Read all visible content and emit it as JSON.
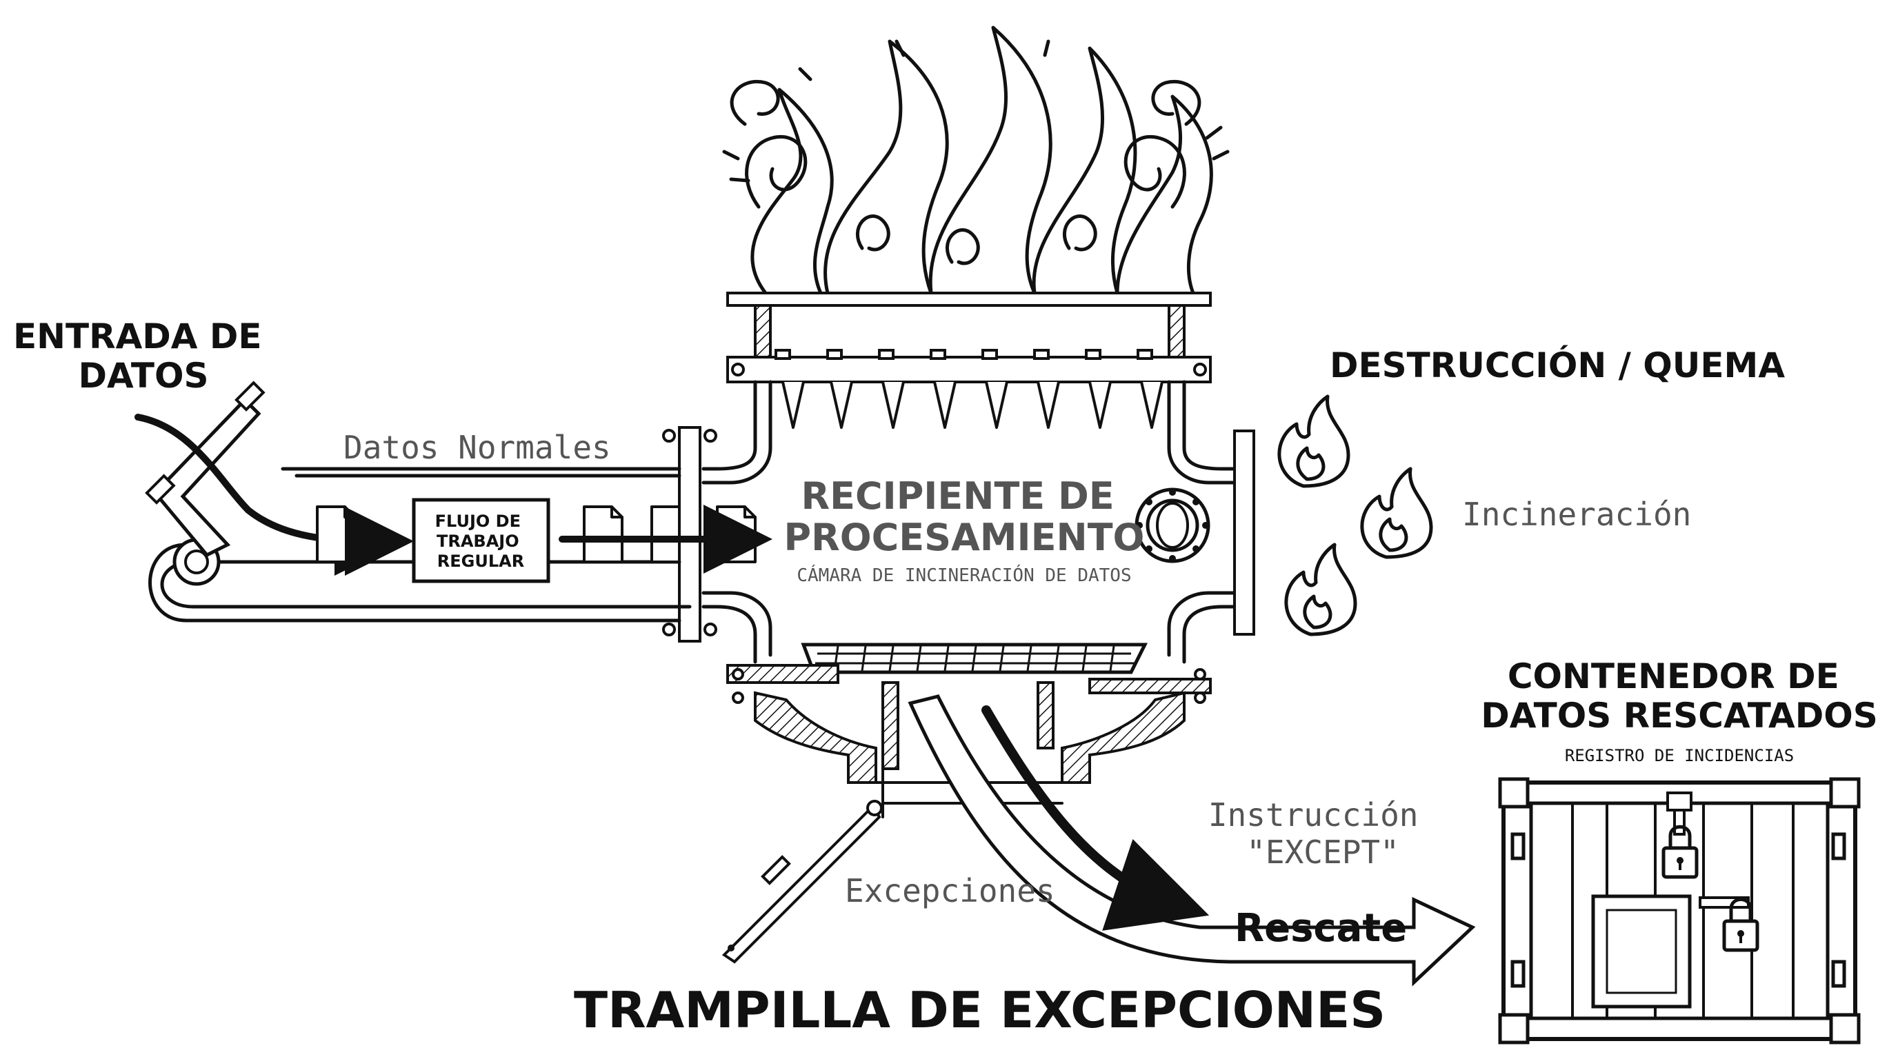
{
  "labels": {
    "input_title_line1": "ENTRADA DE",
    "input_title_line2": "DATOS",
    "normal_data": "Datos Normales",
    "workflow_line1": "FLUJO DE",
    "workflow_line2": "TRABAJO",
    "workflow_line3": "REGULAR",
    "vessel_title_line1": "RECIPIENTE DE",
    "vessel_title_line2": "PROCESAMIENTO",
    "vessel_subtitle": "CÁMARA DE INCINERACIÓN DE DATOS",
    "destruction_title": "DESTRUCCIÓN / QUEMA",
    "incineration": "Incineración",
    "container_title_line1": "CONTENEDOR DE",
    "container_title_line2": "DATOS RESCATADOS",
    "container_subtitle": "REGISTRO DE INCIDENCIAS",
    "except_line1": "Instrucción",
    "except_line2": "\"EXCEPT\"",
    "exceptions": "Excepciones",
    "rescue": "Rescate",
    "trapdoor_title": "TRAMPILLA DE EXCEPCIONES"
  },
  "icons": [
    "document-icon",
    "flame-icon",
    "padlock-icon",
    "porthole-icon",
    "conveyor-wheel-icon"
  ],
  "colors": {
    "ink": "#111111",
    "muted_text": "#555555",
    "background": "#ffffff"
  }
}
